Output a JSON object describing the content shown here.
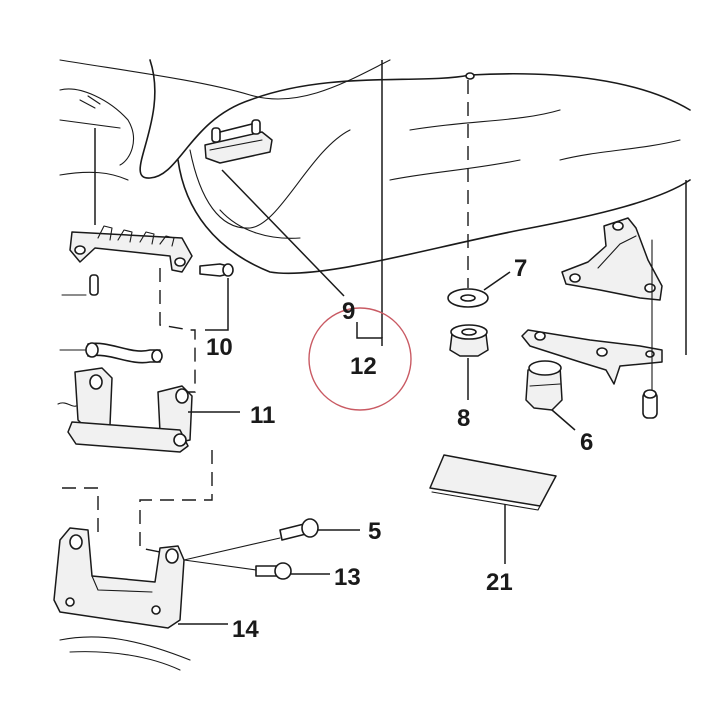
{
  "callouts": {
    "c5": "5",
    "c6": "6",
    "c7": "7",
    "c8": "8",
    "c9": "9",
    "c10": "10",
    "c11": "11",
    "c12": "12",
    "c13": "13",
    "c14": "14",
    "c21": "21"
  },
  "colors": {
    "line": "#1a1a1a",
    "highlight_ring": "#c95a63",
    "background": "#ffffff"
  }
}
